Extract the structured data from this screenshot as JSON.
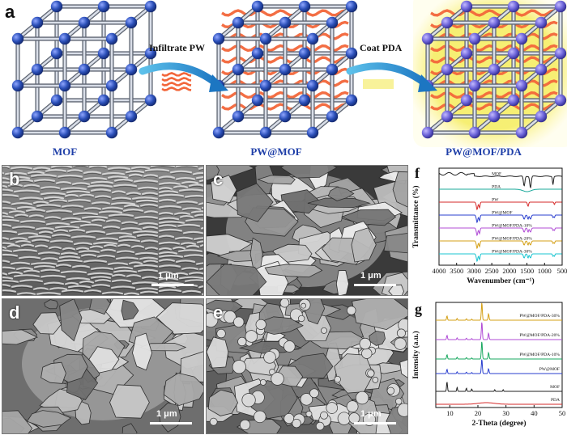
{
  "figure": {
    "panel_a": {
      "letter": "a",
      "structures": [
        "MOF",
        "PW@MOF",
        "PW@MOF/PDA"
      ],
      "steps": [
        "Infiltrate PW",
        "Coat PDA"
      ]
    },
    "sem": [
      {
        "letter": "b",
        "scale": "1 μm"
      },
      {
        "letter": "c",
        "scale": "1 μm"
      },
      {
        "letter": "d",
        "scale": "1 μm"
      },
      {
        "letter": "e",
        "scale": "1 μm"
      }
    ],
    "colors": {
      "node": "#2b4fb8",
      "rod": "#9ea6b5",
      "pw_wave": "#f2663a",
      "pda_glow": "#f6ee6c",
      "label_blue": "#1f3fa8"
    }
  },
  "chart_data": [
    {
      "type": "line",
      "letter": "f",
      "xlabel": "Wavenumber (cm⁻¹)",
      "ylabel": "Transmittance (%)",
      "xlim": [
        4000,
        500
      ],
      "xticks": [
        4000,
        3500,
        3000,
        2500,
        2000,
        1500,
        1000,
        500
      ],
      "series": [
        {
          "name": "MOF",
          "color": "#222222"
        },
        {
          "name": "PDA",
          "color": "#1aa89a"
        },
        {
          "name": "PW",
          "color": "#d62a2a"
        },
        {
          "name": "PW@MOF",
          "color": "#2a3fcf"
        },
        {
          "name": "PW@MOF/PDA-10%",
          "color": "#b04cd6"
        },
        {
          "name": "PW@MOF/PDA-20%",
          "color": "#d4a017"
        },
        {
          "name": "PW@MOF/PDA-30%",
          "color": "#18c4d0"
        }
      ],
      "features": {
        "alkyl_stretch": [
          2918,
          2850
        ],
        "aromatic": [
          1580,
          1400
        ],
        "pw_bend": [
          1470,
          720
        ]
      }
    },
    {
      "type": "line",
      "letter": "g",
      "xlabel": "2-Theta (degree)",
      "ylabel": "Intensity (a.u.)",
      "xlim": [
        5,
        50
      ],
      "xticks": [
        10,
        20,
        30,
        40,
        50
      ],
      "series": [
        {
          "name": "PW@MOF/PDA-30%",
          "color": "#d4a017"
        },
        {
          "name": "PW@MOF/PDA-20%",
          "color": "#b04cd6"
        },
        {
          "name": "PW@MOF/PDA-10%",
          "color": "#1aa860"
        },
        {
          "name": "PW@MOF",
          "color": "#2a3fcf"
        },
        {
          "name": "MOF",
          "color": "#222222"
        },
        {
          "name": "PDA",
          "color": "#d62a2a"
        }
      ],
      "peaks": {
        "pw": [
          21.4,
          23.8
        ],
        "mof": [
          9.0,
          12.6,
          15.9,
          17.8,
          21.6,
          23.7
        ]
      }
    }
  ]
}
